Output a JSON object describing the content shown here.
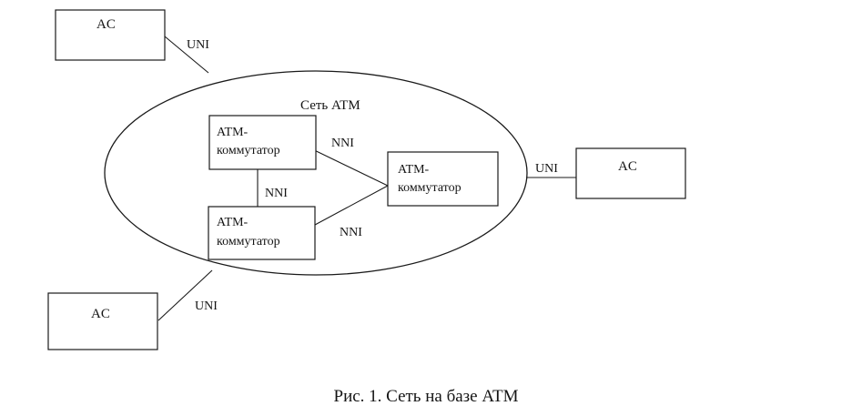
{
  "diagram": {
    "network_title": "Сеть ATM",
    "stations": {
      "top_left": "AC",
      "right": "AC",
      "bottom_left": "AC"
    },
    "switches": {
      "upper_left": [
        "ATM-",
        "коммутатор"
      ],
      "lower_left": [
        "ATM-",
        "коммутатор"
      ],
      "right": [
        "ATM-",
        "коммутатор"
      ]
    },
    "interfaces": {
      "uni_top_left": "UNI",
      "uni_right": "UNI",
      "uni_bottom_left": "UNI",
      "nni_upper": "NNI",
      "nni_vertical": "NNI",
      "nni_lower": "NNI"
    }
  },
  "caption": "Рис. 1. Сеть на базе ATM"
}
